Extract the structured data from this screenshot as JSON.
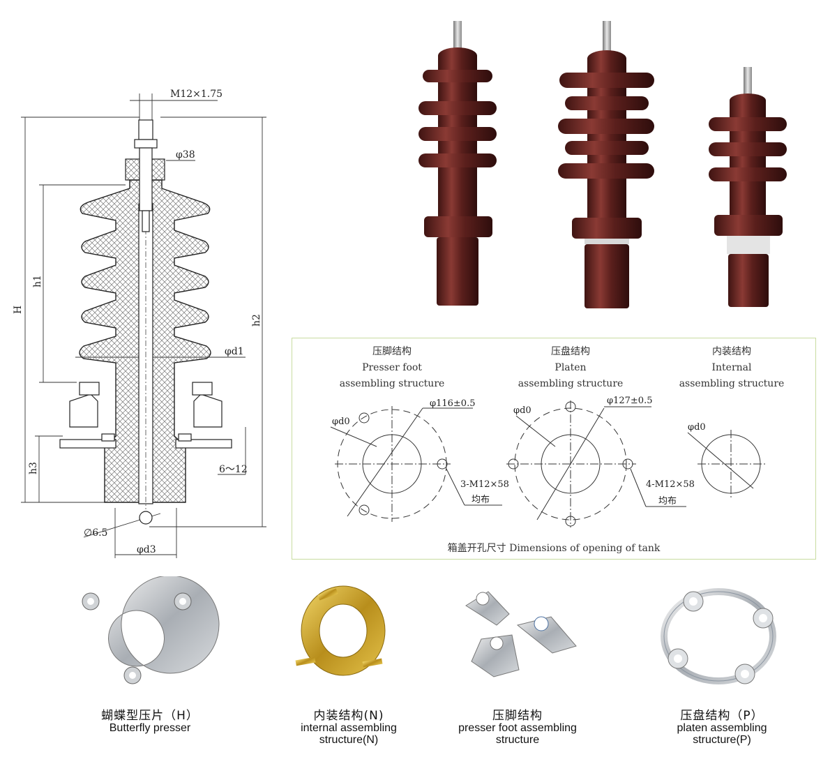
{
  "drawing": {
    "thread": "M12×1.75",
    "phi38": "φ38",
    "H": "H",
    "h1": "h1",
    "h2": "h2",
    "h3": "h3",
    "phi_d1": "φd1",
    "phi_d3": "φd3",
    "d65": "∅6.5",
    "gap": "6～12"
  },
  "tank": {
    "caption": "箱盖开孔尺寸 Dimensions of opening of tank",
    "presser": {
      "title_cn": "压脚结构",
      "title_en1": "Presser foot",
      "title_en2": "assembling structure",
      "d0": "φd0",
      "diameter": "φ116±0.5",
      "bolts": "3-M12×58",
      "even": "均布"
    },
    "platen": {
      "title_cn": "压盘结构",
      "title_en1": "Platen",
      "title_en2": "assembling structure",
      "d0": "φd0",
      "diameter": "φ127±0.5",
      "bolts": "4-M12×58",
      "even": "均布"
    },
    "internal": {
      "title_cn": "内装结构",
      "title_en1": "Internal",
      "title_en2": "assembling structure",
      "d0": "φd0"
    }
  },
  "products": [
    {
      "cn": "蝴蝶型压片（H）",
      "en": "Butterfly  presser",
      "en2": ""
    },
    {
      "cn": "内装结构(N)",
      "en": "internal  assembling",
      "en2": "structure(N)"
    },
    {
      "cn": "压脚结构",
      "en": "presser  foot  assembling",
      "en2": "structure"
    },
    {
      "cn": "压盘结构（P）",
      "en": "platen  assembling",
      "en2": "structure(P)"
    }
  ],
  "colors": {
    "porcelain": "#5a1f1c",
    "porcelain_highlight": "#8a3a34",
    "steel": "#b9bec3",
    "brass": "#d9b43a",
    "panel_border": "#c8dca0"
  }
}
